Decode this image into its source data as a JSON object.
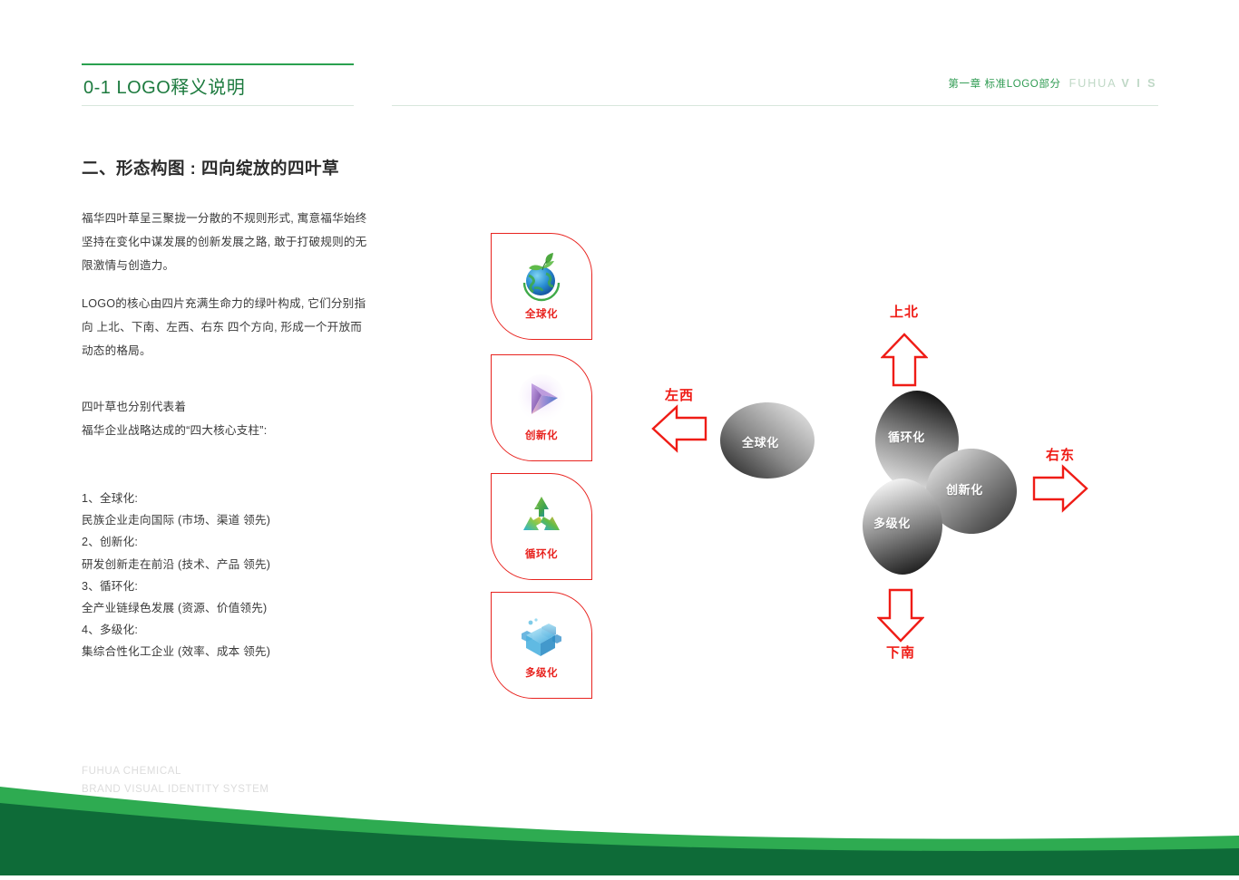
{
  "header": {
    "page_code_title": "0-1 LOGO释义说明",
    "chapter": "第一章 标准LOGO部分",
    "brand_mark_light": "FUHUA ",
    "brand_mark_bold": "V I S"
  },
  "section": {
    "title": "二、形态构图 : 四向绽放的四叶草",
    "paragraph_1": "福华四叶草呈三聚拢一分散的不规则形式, 寓意福华始终坚持在变化中谋发展的创新发展之路, 敢于打破规则的无限激情与创造力。",
    "paragraph_2": "LOGO的核心由四片充满生命力的绿叶构成, 它们分别指向 上北、下南、左西、右东 四个方向, 形成一个开放而动态的格局。",
    "paragraph_3": "四叶草也分别代表着\n福华企业战略达成的“四大核心支柱”:",
    "pillars": [
      "1、全球化:",
      "民族企业走向国际 (市场、渠道 领先)",
      "2、创新化:",
      "研发创新走在前沿 (技术、产品 领先)",
      "3、循环化:",
      "全产业链绿色发展 (资源、价值领先)",
      "4、多级化:",
      "集综合性化工企业 (效率、成本 领先)"
    ]
  },
  "cards": [
    {
      "label": "全球化",
      "icon": "globe-leaf-icon"
    },
    {
      "label": "创新化",
      "icon": "triangle-prism-icon"
    },
    {
      "label": "循环化",
      "icon": "recycle-icon"
    },
    {
      "label": "多级化",
      "icon": "cube-cluster-icon"
    }
  ],
  "diagram": {
    "leaves": [
      {
        "label": "全球化",
        "position": "west"
      },
      {
        "label": "循环化",
        "position": "north"
      },
      {
        "label": "创新化",
        "position": "east"
      },
      {
        "label": "多级化",
        "position": "south"
      }
    ],
    "directions": [
      {
        "label": "上北",
        "position": "top"
      },
      {
        "label": "下南",
        "position": "bottom"
      },
      {
        "label": "左西",
        "position": "left"
      },
      {
        "label": "右东",
        "position": "right"
      }
    ]
  },
  "footer": {
    "line1": "FUHUA CHEMICAL",
    "line2": "BRAND VISUAL IDENTITY SYSTEM"
  },
  "colors": {
    "accent_red": "#e8231f",
    "brand_green_dark": "#0e6b38",
    "brand_green_light": "#2eab51",
    "header_green": "#1c7a3e"
  }
}
